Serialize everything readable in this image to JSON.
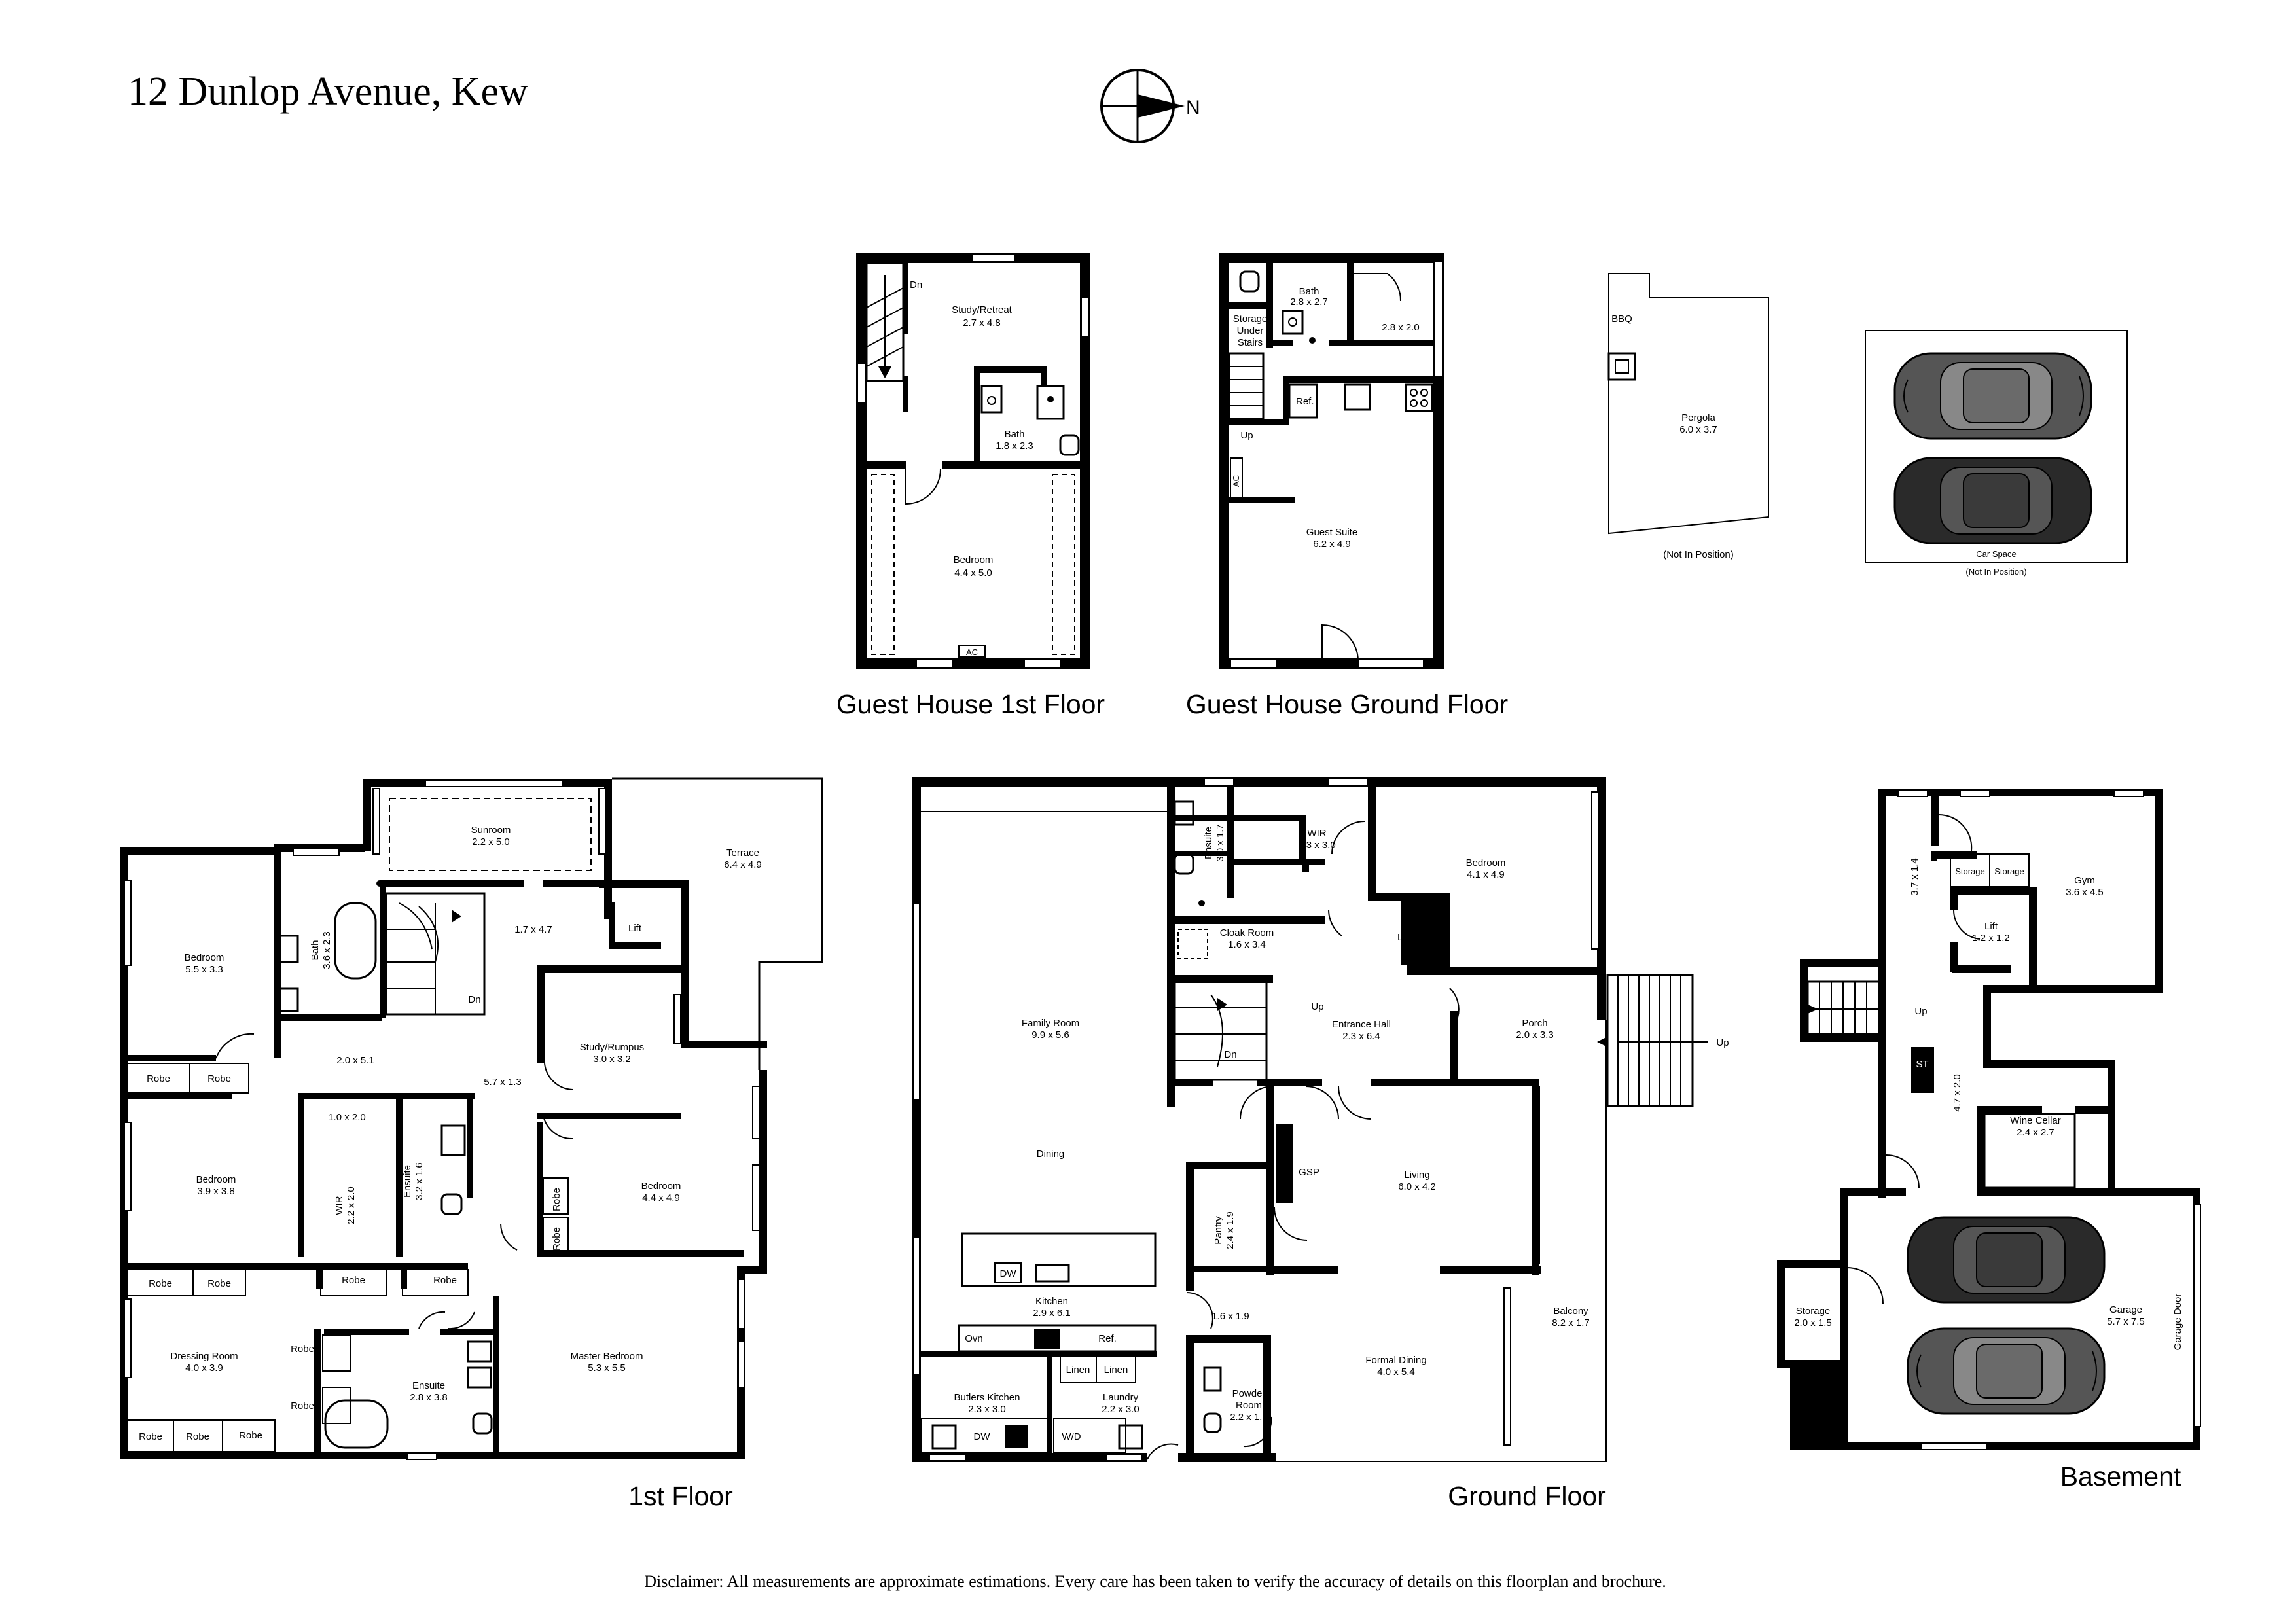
{
  "title": "12 Dunlop Avenue, Kew",
  "compass": {
    "north_label": "N"
  },
  "floor_labels": {
    "guest_1st": "Guest House 1st Floor",
    "guest_ground": "Guest House Ground Floor",
    "first": "1st Floor",
    "ground": "Ground Floor",
    "basement": "Basement"
  },
  "disclaimer": "Disclaimer: All measurements are approximate estimations. Every care has been taken to verify the accuracy of details on this floorplan and brochure.",
  "guest_1st": {
    "study_name": "Study/Retreat",
    "study_dim": "2.7 x 4.8",
    "bath_name": "Bath",
    "bath_dim": "1.8 x 2.3",
    "bedroom_name": "Bedroom",
    "bedroom_dim": "4.4 x 5.0",
    "dn": "Dn",
    "ac": "AC"
  },
  "guest_ground": {
    "bath_name": "Bath",
    "bath_dim": "2.8 x 2.7",
    "room_dim": "2.8 x 2.0",
    "storage_1": "Storage",
    "storage_2": "Under",
    "storage_3": "Stairs",
    "ref": "Ref.",
    "up": "Up",
    "ac": "AC",
    "suite_name": "Guest Suite",
    "suite_dim": "6.2 x 4.9"
  },
  "outdoor": {
    "bbq": "BBQ",
    "pergola_name": "Pergola",
    "pergola_dim": "6.0 x 3.7",
    "not_in_position": "(Not In Position)",
    "car_space": "Car Space",
    "car_not_in_position": "(Not In Position)"
  },
  "first_floor": {
    "sunroom_name": "Sunroom",
    "sunroom_dim": "2.2 x 5.0",
    "terrace_name": "Terrace",
    "terrace_dim": "6.4 x 4.9",
    "bed1_name": "Bedroom",
    "bed1_dim": "5.5 x 3.3",
    "bath_name": "Bath",
    "bath_dim": "3.6 x 2.3",
    "hall1_dim": "1.7 x 4.7",
    "lift": "Lift",
    "dn": "Dn",
    "hall2_dim": "2.0 x 5.1",
    "hall3_dim": "5.7 x 1.3",
    "study_name": "Study/Rumpus",
    "study_dim": "3.0 x 3.2",
    "robe": "Robe",
    "small_dim": "1.0 x 2.0",
    "bed2_name": "Bedroom",
    "bed2_dim": "3.9 x 3.8",
    "wir_name": "WIR",
    "wir_dim": "2.2 x 2.0",
    "ensuite1_name": "Ensuite",
    "ensuite1_dim": "3.2 x 1.6",
    "bed3_name": "Bedroom",
    "bed3_dim": "4.4 x 4.9",
    "dressing_name": "Dressing Room",
    "dressing_dim": "4.0 x 3.9",
    "ensuite2_name": "Ensuite",
    "ensuite2_dim": "2.8 x 3.8",
    "master_name": "Master Bedroom",
    "master_dim": "5.3 x 5.5"
  },
  "ground_floor": {
    "ensuite_name": "Ensuite",
    "ensuite_dim": "3.0 x 1.7",
    "wir_name": "WIR",
    "wir_dim": "2.3 x 3.0",
    "bedroom_name": "Bedroom",
    "bedroom_dim": "4.1 x 4.9",
    "cloak_name": "Cloak Room",
    "cloak_dim": "1.6 x 3.4",
    "lift": "Lift",
    "family_name": "Family Room",
    "family_dim": "9.9 x 5.6",
    "up": "Up",
    "dn": "Dn",
    "entrance_name": "Entrance Hall",
    "entrance_dim": "2.3 x 6.4",
    "porch_name": "Porch",
    "porch_dim": "2.0 x 3.3",
    "dining": "Dining",
    "gsp": "GSP",
    "living_name": "Living",
    "living_dim": "6.0 x 4.2",
    "pantry_name": "Pantry",
    "pantry_dim": "2.4 x 1.9",
    "dw": "DW",
    "kitchen_name": "Kitchen",
    "kitchen_dim": "2.9 x 6.1",
    "ovn": "Ovn",
    "ref": "Ref.",
    "linen": "Linen",
    "hall_dim": "1.6 x 1.9",
    "balcony_name": "Balcony",
    "balcony_dim": "8.2 x 1.7",
    "formal_name": "Formal Dining",
    "formal_dim": "4.0 x 5.4",
    "powder_1": "Powder",
    "powder_2": "Room",
    "powder_dim": "2.2 x 1.6",
    "butlers_name": "Butlers Kitchen",
    "butlers_dim": "2.3 x 3.0",
    "laundry_name": "Laundry",
    "laundry_dim": "2.2 x 3.0",
    "wd": "W/D",
    "stair_up": "Up"
  },
  "basement": {
    "corridor_dim": "3.7 x 1.4",
    "storage": "Storage",
    "gym_name": "Gym",
    "gym_dim": "3.6 x 4.5",
    "lift_name": "Lift",
    "lift_dim": "1.2 x 1.2",
    "up": "Up",
    "st": "ST",
    "hall_dim": "4.7 x 2.0",
    "wine_name": "Wine Cellar",
    "wine_dim": "2.4 x 2.7",
    "storage_name": "Storage",
    "storage_dim": "2.0 x 1.5",
    "garage_name": "Garage",
    "garage_dim": "5.7 x 7.5",
    "garage_door": "Garage Door"
  }
}
